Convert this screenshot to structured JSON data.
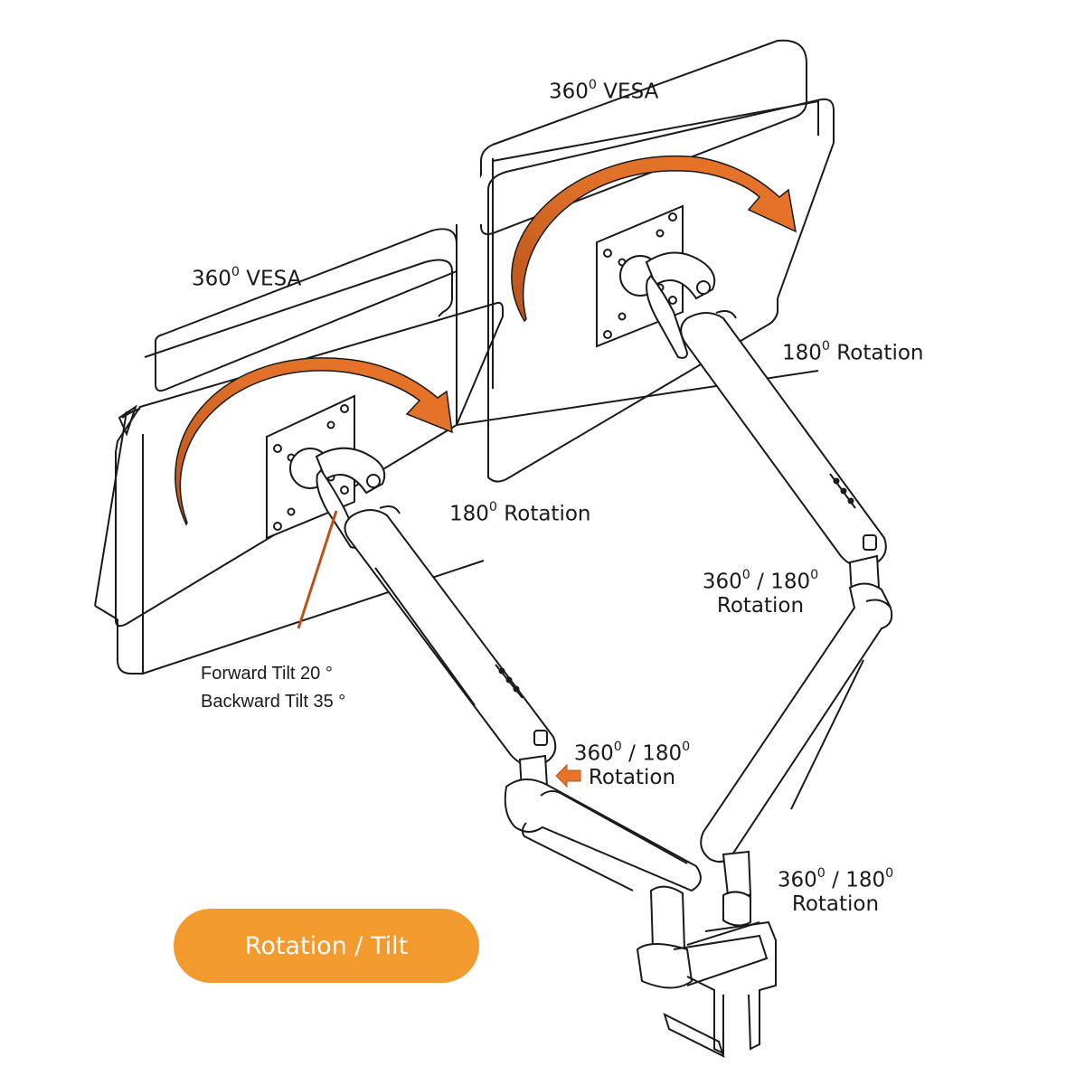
{
  "colors": {
    "line": "#1a1a1a",
    "arrow_light": "#e8742a",
    "arrow_dark": "#b8531a",
    "badge": "#f29a2e",
    "badge_text": "#ffffff"
  },
  "labels": {
    "vesa_right": {
      "value": "360",
      "sup": "0",
      "text": "VESA"
    },
    "vesa_left": {
      "value": "360",
      "sup": "0",
      "text": "VESA"
    },
    "rotation_right": {
      "value": "180",
      "sup": "0",
      "text": "Rotation"
    },
    "rotation_left": {
      "value": "180",
      "sup": "0",
      "text": "Rotation"
    },
    "joint_upper_right": {
      "value_a": "360",
      "sup_a": "0",
      "sep": "/",
      "value_b": "180",
      "sup_b": "0",
      "text": "Rotation"
    },
    "joint_center": {
      "value_a": "360",
      "sup_a": "0",
      "sep": "/",
      "value_b": "180",
      "sup_b": "0",
      "text": "Rotation"
    },
    "joint_lower_right": {
      "value_a": "360",
      "sup_a": "0",
      "sep": "/",
      "value_b": "180",
      "sup_b": "0",
      "text": "Rotation"
    },
    "tilt_forward": "Forward Tilt 20 °",
    "tilt_backward": "Backward Tilt 35 °"
  },
  "badge": {
    "text": "Rotation / Tilt"
  }
}
